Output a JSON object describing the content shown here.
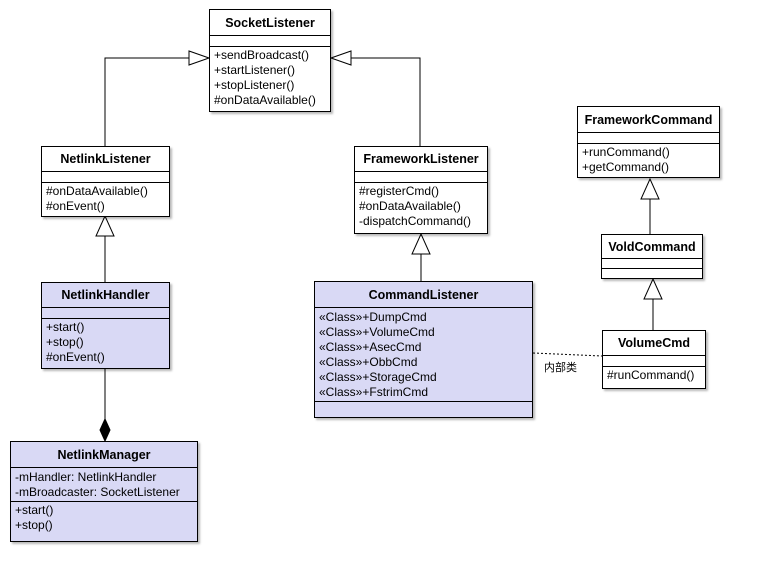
{
  "classes": {
    "socket_listener": {
      "name": "SocketListener",
      "attributes": [],
      "operations": [
        "+sendBroadcast()",
        "+startListener()",
        "+stopListener()",
        "#onDataAvailable()"
      ]
    },
    "netlink_listener": {
      "name": "NetlinkListener",
      "attributes": [],
      "operations": [
        "#onDataAvailable()",
        "#onEvent()"
      ]
    },
    "framework_listener": {
      "name": "FrameworkListener",
      "attributes": [],
      "operations": [
        "#registerCmd()",
        "#onDataAvailable()",
        "-dispatchCommand()"
      ]
    },
    "framework_command": {
      "name": "FrameworkCommand",
      "attributes": [],
      "operations": [
        "+runCommand()",
        "+getCommand()"
      ]
    },
    "vold_command": {
      "name": "VoldCommand",
      "attributes": [],
      "operations": []
    },
    "netlink_handler": {
      "name": "NetlinkHandler",
      "attributes": [],
      "operations": [
        "+start()",
        "+stop()",
        "#onEvent()"
      ]
    },
    "command_listener": {
      "name": "CommandListener",
      "attributes": [
        "«Class»+DumpCmd",
        "«Class»+VolumeCmd",
        "«Class»+AsecCmd",
        "«Class»+ObbCmd",
        "«Class»+StorageCmd",
        "«Class»+FstrimCmd"
      ],
      "operations": []
    },
    "volume_cmd": {
      "name": "VolumeCmd",
      "attributes": [],
      "operations": [
        "#runCommand()"
      ]
    },
    "netlink_manager": {
      "name": "NetlinkManager",
      "attributes": [
        "-mHandler: NetlinkHandler",
        "-mBroadcaster: SocketListener"
      ],
      "operations": [
        "+start()",
        "+stop()"
      ]
    }
  },
  "notes": {
    "inner_class_label": "内部类"
  },
  "colors": {
    "highlight_fill": "#d9d9f5",
    "plain_fill": "#ffffff",
    "line": "#000000"
  }
}
